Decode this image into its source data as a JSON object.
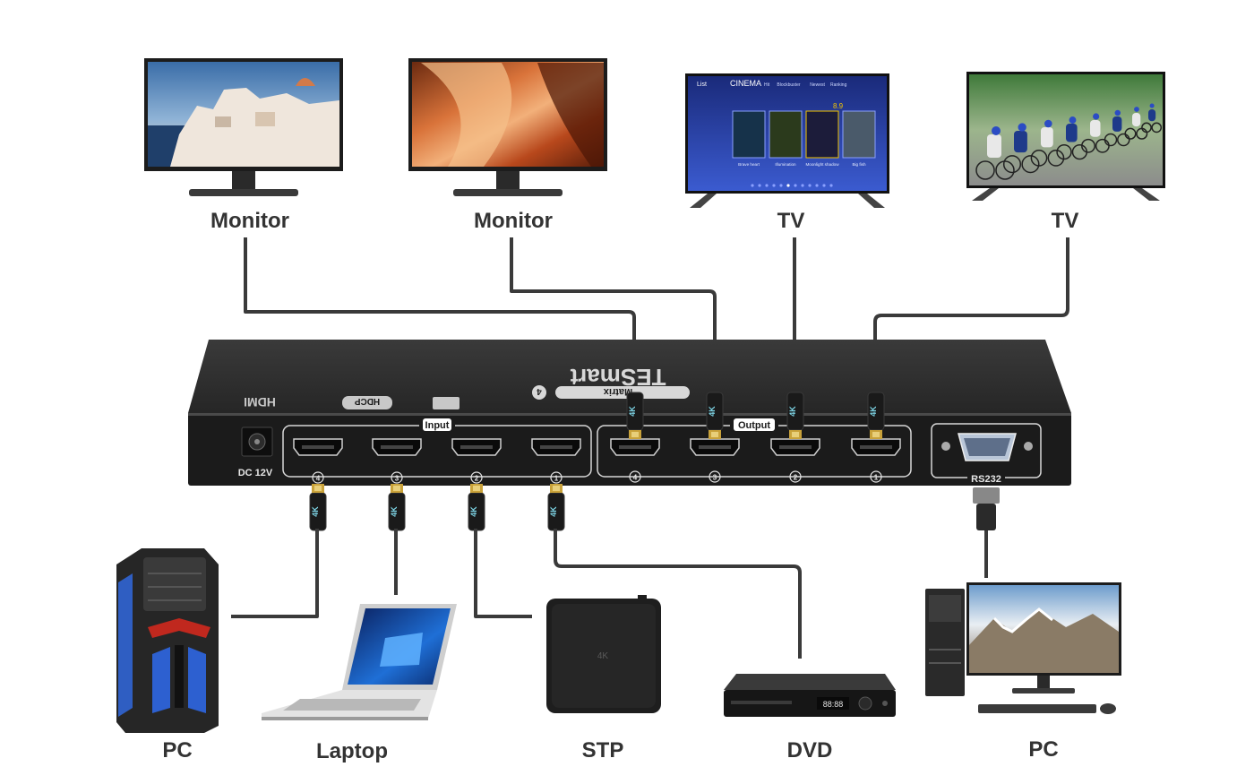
{
  "device": {
    "brand": "TESmart",
    "model": "Matrix",
    "badge_num": "4",
    "hdmi_logo": "HDMI",
    "hdcp_logo": "HDCP",
    "input_group_label": "Input",
    "output_group_label": "Output",
    "power_label": "DC 12V",
    "serial_label": "RS232",
    "input_ports": [
      "4",
      "3",
      "2",
      "1"
    ],
    "output_ports": [
      "4",
      "3",
      "2",
      "1"
    ],
    "cable_tag": "4K",
    "color_body": "#2a2a2a",
    "color_face": "#1b1b1b"
  },
  "outputs": [
    {
      "label": "Monitor",
      "icon": "monitor-icon"
    },
    {
      "label": "Monitor",
      "icon": "monitor-icon"
    },
    {
      "label": "TV",
      "icon": "tv-icon"
    },
    {
      "label": "TV",
      "icon": "tv-icon"
    }
  ],
  "inputs": [
    {
      "label": "PC",
      "icon": "pc-tower-icon"
    },
    {
      "label": "Laptop",
      "icon": "laptop-icon"
    },
    {
      "label": "STP",
      "icon": "set-top-box-icon"
    },
    {
      "label": "DVD",
      "icon": "dvd-player-icon"
    },
    {
      "label": "PC",
      "icon": "desktop-pc-icon"
    }
  ],
  "tv_screen": {
    "nav": "List",
    "title": "CINEMA",
    "tabs": [
      "Hit",
      "Blockbuster",
      "Newest",
      "Ranking"
    ],
    "rating": "8.9",
    "movies": [
      "Brave heart",
      "Illumination",
      "Moonlight shadow",
      "Big fish"
    ]
  },
  "stp_tag": "4K",
  "dvd_display": "88:88"
}
